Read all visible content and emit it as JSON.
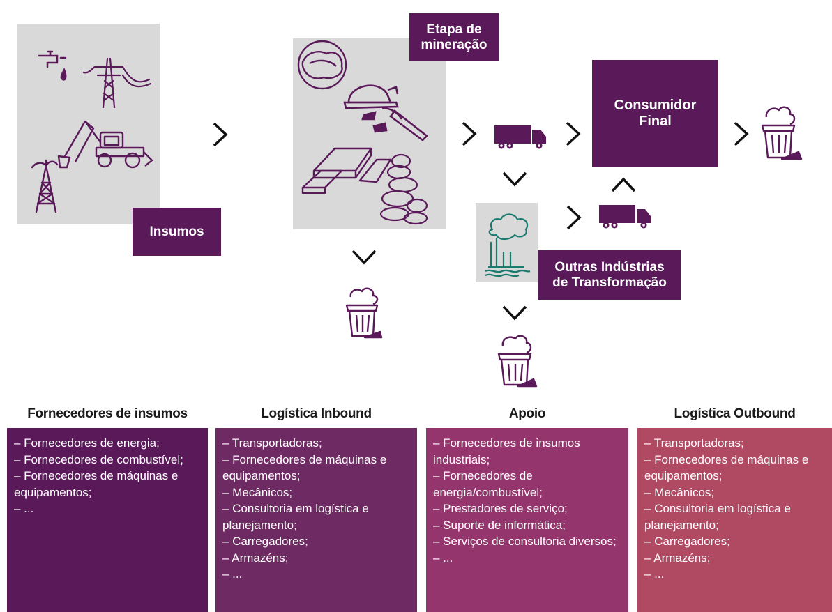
{
  "diagram": {
    "insumos_label": "Insumos",
    "mineracao_label": "Etapa de\nmineração",
    "consumidor_label": "Consumidor\nFinal",
    "outras_label": "Outras Indústrias\nde Transformação"
  },
  "columns": [
    {
      "title": "Fornecedores de insumos",
      "color": "#5a1a5a",
      "items": [
        "– Fornecedores de energia;",
        "– Fornecedores de combustível;",
        "– Fornecedores de máquinas e equipamentos;",
        "– ..."
      ]
    },
    {
      "title": "Logística Inbound",
      "color": "#6e2a62",
      "items": [
        "– Transportadoras;",
        "– Fornecedores de máquinas e equipamentos;",
        "– Mecânicos;",
        "– Consultoria em logística e planejamento;",
        "– Carregadores;",
        "– Armazéns;",
        "– ..."
      ]
    },
    {
      "title": "Apoio",
      "color": "#94366d",
      "items": [
        "– Fornecedores de insumos industriais;",
        "– Fornecedores de energia/combustível;",
        "– Prestadores de serviço;",
        "– Suporte de informática;",
        "– Serviços de consultoria diversos;",
        "– ..."
      ]
    },
    {
      "title": "Logística Outbound",
      "color": "#b04a63",
      "items": [
        "– Transportadoras;",
        "– Fornecedores de máquinas e equipamentos;",
        "– Mecânicos;",
        "– Consultoria em logística e planejamento;",
        "– Carregadores;",
        "– Armazéns;",
        "– ..."
      ]
    }
  ],
  "icons": {
    "inputs": [
      "faucet-icon",
      "power-tower-icon",
      "excavator-icon",
      "oil-derrick-icon"
    ],
    "mining": [
      "ore-icon",
      "miner-helmet-icon",
      "pickaxe-icon",
      "metal-ingots-icon",
      "rock-pile-icon"
    ],
    "transport": "truck-icon",
    "industry": "factory-icon",
    "waste": "trash-bin-icon"
  },
  "colors": {
    "primary_purple": "#5a1a5a",
    "icon_purple": "#5a1a5a",
    "factory_teal": "#1a7a6e",
    "panel_gray": "#d9d9d9"
  }
}
